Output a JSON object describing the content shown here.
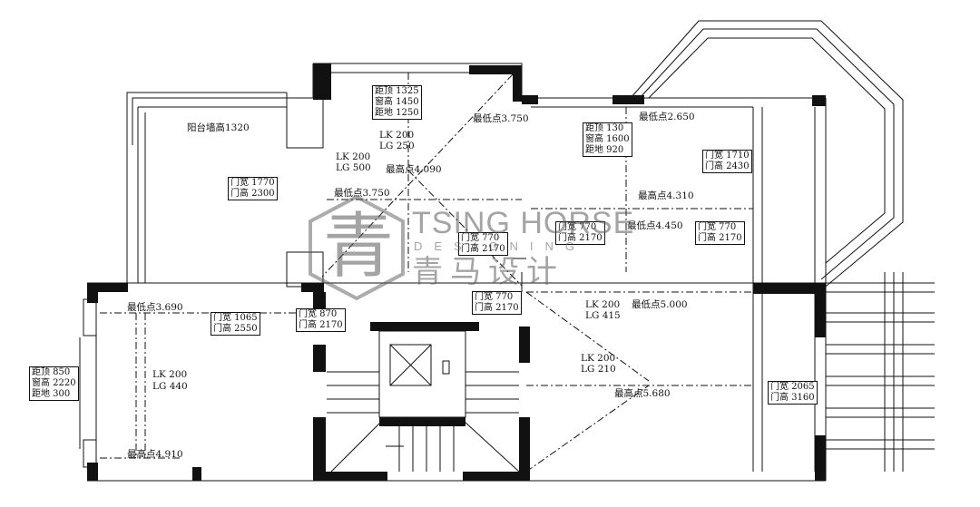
{
  "room_labels": {
    "balcony_wall": "阳台墙高1320"
  },
  "points": {
    "p1": "最低点3.750",
    "p2": "最高点4.090",
    "p3": "最低点3.750",
    "p4": "最低点2.650",
    "p5": "最高点4.310",
    "p6": "最低点4.450",
    "p7": "最低点3.690",
    "p8": "最低点5.000",
    "p9": "最高点5.680",
    "p10": "最高点4.910"
  },
  "lklg": {
    "a": {
      "lk": "LK  200",
      "lg": "LG  250"
    },
    "b": {
      "lk": "LK  200",
      "lg": "LG  500"
    },
    "c": {
      "lk": "LK  200",
      "lg": "LG  440"
    },
    "d": {
      "lk": "LK  200",
      "lg": "LG  415"
    },
    "e": {
      "lk": "LK  200",
      "lg": "LG  210"
    }
  },
  "windows": {
    "w1": [
      "距顶 1325",
      "窗高 1450",
      "距地 1250"
    ],
    "w2": [
      "距顶  130",
      "窗高 1600",
      "距地  920"
    ],
    "w3": [
      "距顶  850",
      "窗高 2220",
      "距地  300"
    ]
  },
  "doors": {
    "d1": [
      "门宽 1770",
      "门高 2300"
    ],
    "d2": [
      "门宽 1710",
      "门高 2430"
    ],
    "d3": [
      "门宽  770",
      "门高 2170"
    ],
    "d4": [
      "门宽  770",
      "门高 2170"
    ],
    "d5": [
      "门宽  770",
      "门高 2170"
    ],
    "d6": [
      "门宽  770",
      "门高 2170"
    ],
    "d7": [
      "门宽 1065",
      "门高 2550"
    ],
    "d8": [
      "门宽  870",
      "门高 2170"
    ],
    "d9": [
      "门宽 2065",
      "门高 3160"
    ]
  },
  "watermark": {
    "logo_char": "青",
    "brand_en": "TSING HORSE",
    "brand_sub": "DESIGNING",
    "brand_cn": "青马设计"
  }
}
